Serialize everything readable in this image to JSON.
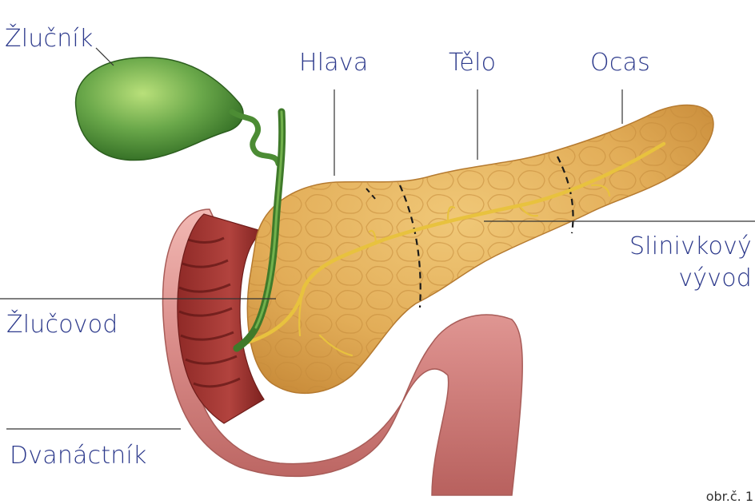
{
  "labels": {
    "gallbladder": "Žlučník",
    "head": "Hlava",
    "body": "Tělo",
    "tail": "Ocas",
    "duct_line1": "Slinivkový",
    "duct_line2": "vývod",
    "bile_duct": "Žlučovod",
    "duodenum": "Dvanáctník"
  },
  "caption": "obr.č. 1",
  "colors": {
    "label_text": "#2d3a8c",
    "pancreas": "#e3b25c",
    "duodenum_outer": "#d88a87",
    "duodenum_inner": "#a83a36",
    "gallbladder": "#6aa84a",
    "pancreatic_duct": "#e8c23e"
  }
}
